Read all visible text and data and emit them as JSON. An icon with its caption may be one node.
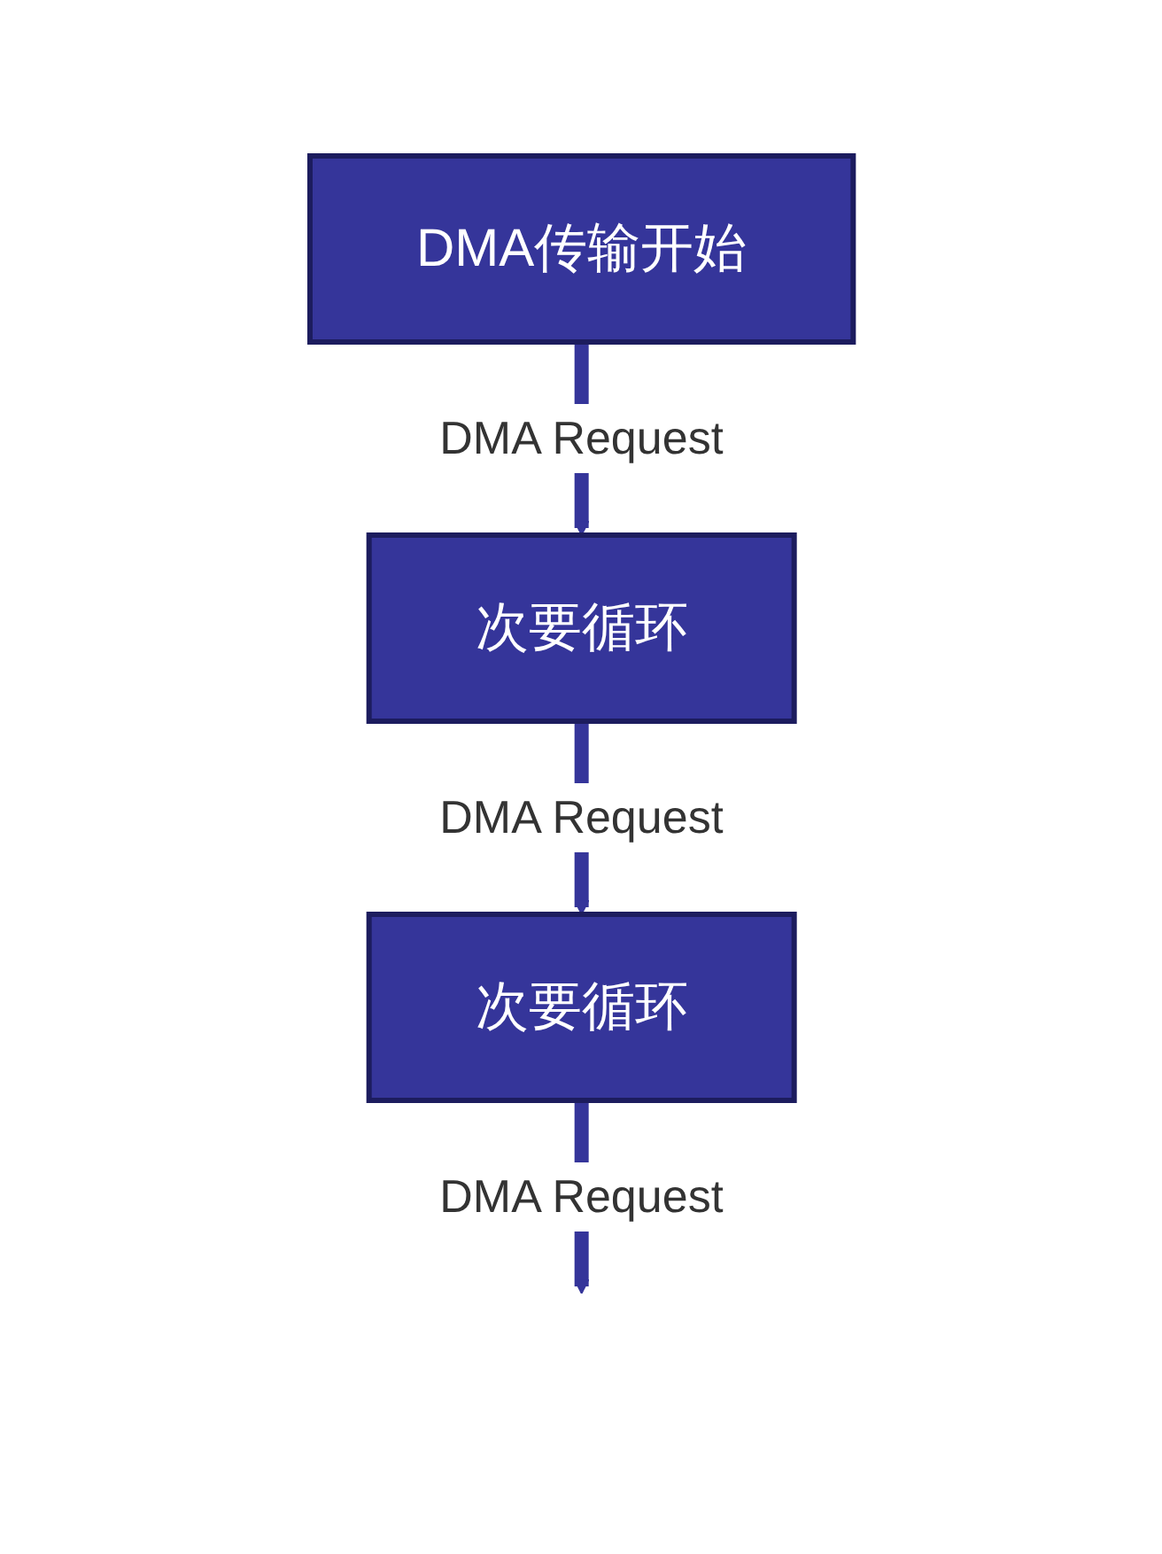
{
  "diagram": {
    "nodes": [
      {
        "text": [
          "DMA传输开始"
        ]
      },
      {
        "text": [
          "次要循环"
        ]
      },
      {
        "text": [
          "次要循环"
        ]
      }
    ],
    "edges": [
      {
        "from": 0,
        "to": 1,
        "arrow": "to",
        "label": "DMA Request"
      },
      {
        "from": 1,
        "to": 2,
        "arrow": "to",
        "label": "DMA Request"
      },
      {
        "from": 2,
        "to": null,
        "arrow": "to",
        "label": "DMA Request"
      }
    ]
  }
}
